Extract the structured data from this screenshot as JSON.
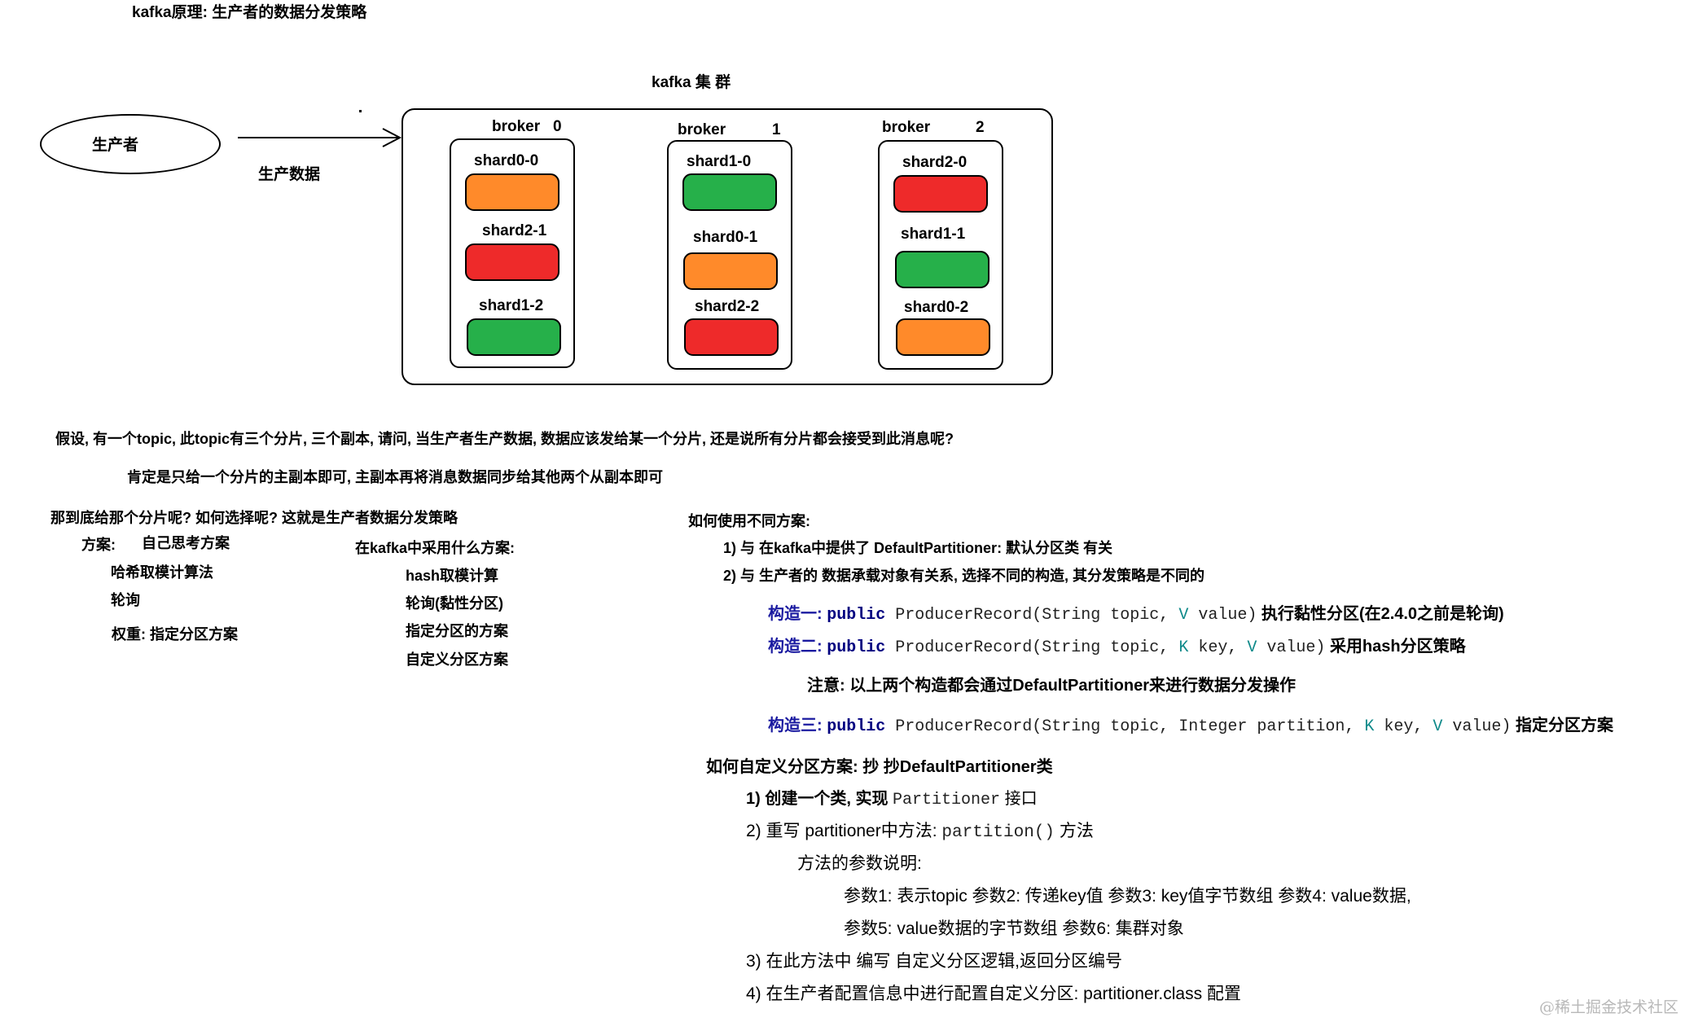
{
  "title": "kafka原理: 生产者的数据分发策略",
  "cluster_label": "kafka  集 群",
  "producer": {
    "label": "生产者",
    "arrow_label": "生产数据"
  },
  "brokers": [
    {
      "label": "broker",
      "num": "0",
      "shards": [
        {
          "name": "shard0-0",
          "color": "#ff8a2a"
        },
        {
          "name": "shard2-1",
          "color": "#ee2a2a"
        },
        {
          "name": "shard1-2",
          "color": "#26b04a"
        }
      ]
    },
    {
      "label": "broker",
      "num": "1",
      "shards": [
        {
          "name": "shard1-0",
          "color": "#26b04a"
        },
        {
          "name": "shard0-1",
          "color": "#ff8a2a"
        },
        {
          "name": "shard2-2",
          "color": "#ee2a2a"
        }
      ]
    },
    {
      "label": "broker",
      "num": "2",
      "shards": [
        {
          "name": "shard2-0",
          "color": "#ee2a2a"
        },
        {
          "name": "shard1-1",
          "color": "#26b04a"
        },
        {
          "name": "shard0-2",
          "color": "#ff8a2a"
        }
      ]
    }
  ],
  "question": "假设, 有一个topic, 此topic有三个分片, 三个副本, 请问, 当生产者生产数据, 数据应该发给某一个分片, 还是说所有分片都会接受到此消息呢?",
  "answer": "肯定是只给一个分片的主副本即可, 主副本再将消息数据同步给其他两个从副本即可",
  "left": {
    "heading": "那到底给那个分片呢?  如何选择呢?   这就是生产者数据分发策略",
    "scheme_label": "方案:",
    "scheme_first": "自己思考方案",
    "items": [
      "哈希取模计算法",
      "轮询",
      "权重: 指定分区方案"
    ]
  },
  "kafka_schemes": {
    "heading": "在kafka中采用什么方案:",
    "items": [
      "hash取模计算",
      "轮询(黏性分区)",
      "指定分区的方案",
      "自定义分区方案"
    ]
  },
  "usage": {
    "heading": "如何使用不同方案:",
    "p1": "1) 与  在kafka中提供了 DefaultPartitioner: 默认分区类     有关",
    "p2": "2) 与 生产者的 数据承载对象有关系, 选择不同的构造, 其分发策略是不同的",
    "c1": {
      "label": "构造一:",
      "kw": "public",
      "code_a": " ProducerRecord(String topic, ",
      "t1": "V",
      "code_b": " value)",
      "desc": "执行黏性分区(在2.4.0之前是轮询)"
    },
    "c2": {
      "label": "构造二:",
      "kw": "public",
      "code_a": " ProducerRecord(String topic, ",
      "t1": "K",
      "code_b": " key, ",
      "t2": "V",
      "code_c": " value)",
      "desc": "采用hash分区策略"
    },
    "note": "注意: 以上两个构造都会通过DefaultPartitioner来进行数据分发操作",
    "c3": {
      "label": "构造三:",
      "kw": "public",
      "code_a": " ProducerRecord(String topic, Integer partition, ",
      "t1": "K",
      "code_b": " key, ",
      "t2": "V",
      "code_c": " value)",
      "desc": "指定分区方案"
    }
  },
  "custom": {
    "heading": "如何自定义分区方案:    抄  抄DefaultPartitioner类",
    "s1_a": "1) 创建一个类, 实现 ",
    "s1_b": "Partitioner",
    "s1_c": "  接口",
    "s2_a": "2) 重写 partitioner中方法:    ",
    "s2_b": "partition()",
    "s2_c": " 方法",
    "params_label": "方法的参数说明:",
    "params1": "参数1: 表示topic    参数2: 传递key值   参数3: key值字节数组    参数4: value数据,",
    "params2": "参数5: value数据的字节数组     参数6: 集群对象",
    "s3": "3) 在此方法中 编写 自定义分区逻辑,返回分区编号",
    "s4": "4) 在生产者配置信息中进行配置自定义分区:    partitioner.class 配置"
  },
  "watermark": "@稀土掘金技术社区"
}
